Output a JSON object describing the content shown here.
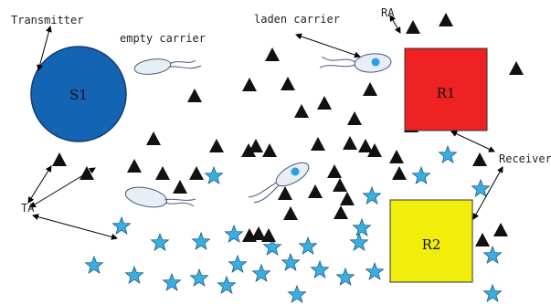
{
  "labels": {
    "transmitter": "Transmitter",
    "empty_carrier": "empty carrier",
    "laden_carrier": "laden carrier",
    "ra": "RA",
    "receiver": "Receiver",
    "ta": "TA"
  },
  "nodes": {
    "s1": {
      "label": "S1",
      "color": "#1464b4"
    },
    "r1": {
      "label": "R1",
      "color": "#ee2222"
    },
    "r2": {
      "label": "R2",
      "color": "#f2ee0c"
    }
  },
  "colors": {
    "triangle": "#111111",
    "star": "#3aaee0",
    "carrier_dot": "#2aa0e0",
    "carrier_body": "#e8eef6"
  }
}
